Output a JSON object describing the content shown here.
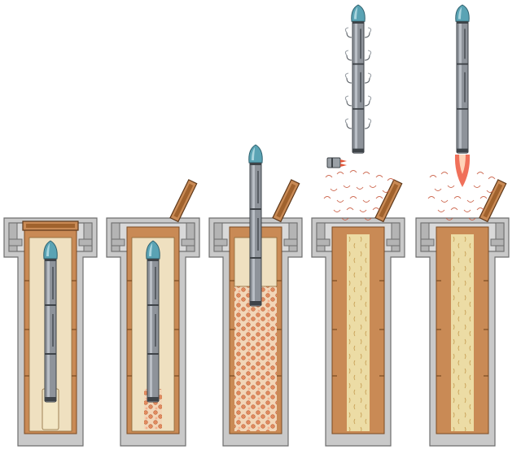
{
  "figure": {
    "kind": "silo-launch-sequence",
    "stages": [
      {
        "id": 1,
        "missile": "in-silo",
        "lid": "closed",
        "gas": "none",
        "gas_generator": false,
        "exhaust": false
      },
      {
        "id": 2,
        "missile": "in-silo",
        "lid": "open",
        "gas": "small",
        "gas_generator": false,
        "exhaust": false
      },
      {
        "id": 3,
        "missile": "rising",
        "lid": "open",
        "gas": "full",
        "gas_generator": false,
        "exhaust": false
      },
      {
        "id": 4,
        "missile": "airborne",
        "lid": "open",
        "gas": "empty",
        "gas_generator": true,
        "exhaust": false
      },
      {
        "id": 5,
        "missile": "ignition",
        "lid": "open",
        "gas": "empty",
        "gas_generator": false,
        "exhaust": true
      }
    ],
    "colors": {
      "concrete": "#c9c9c9",
      "liner": "#c98a55",
      "missile_body": "#8e939a",
      "nose_cone": "#5aa3b4",
      "gas": "#e4a07a",
      "flame": "#f0705a"
    }
  }
}
